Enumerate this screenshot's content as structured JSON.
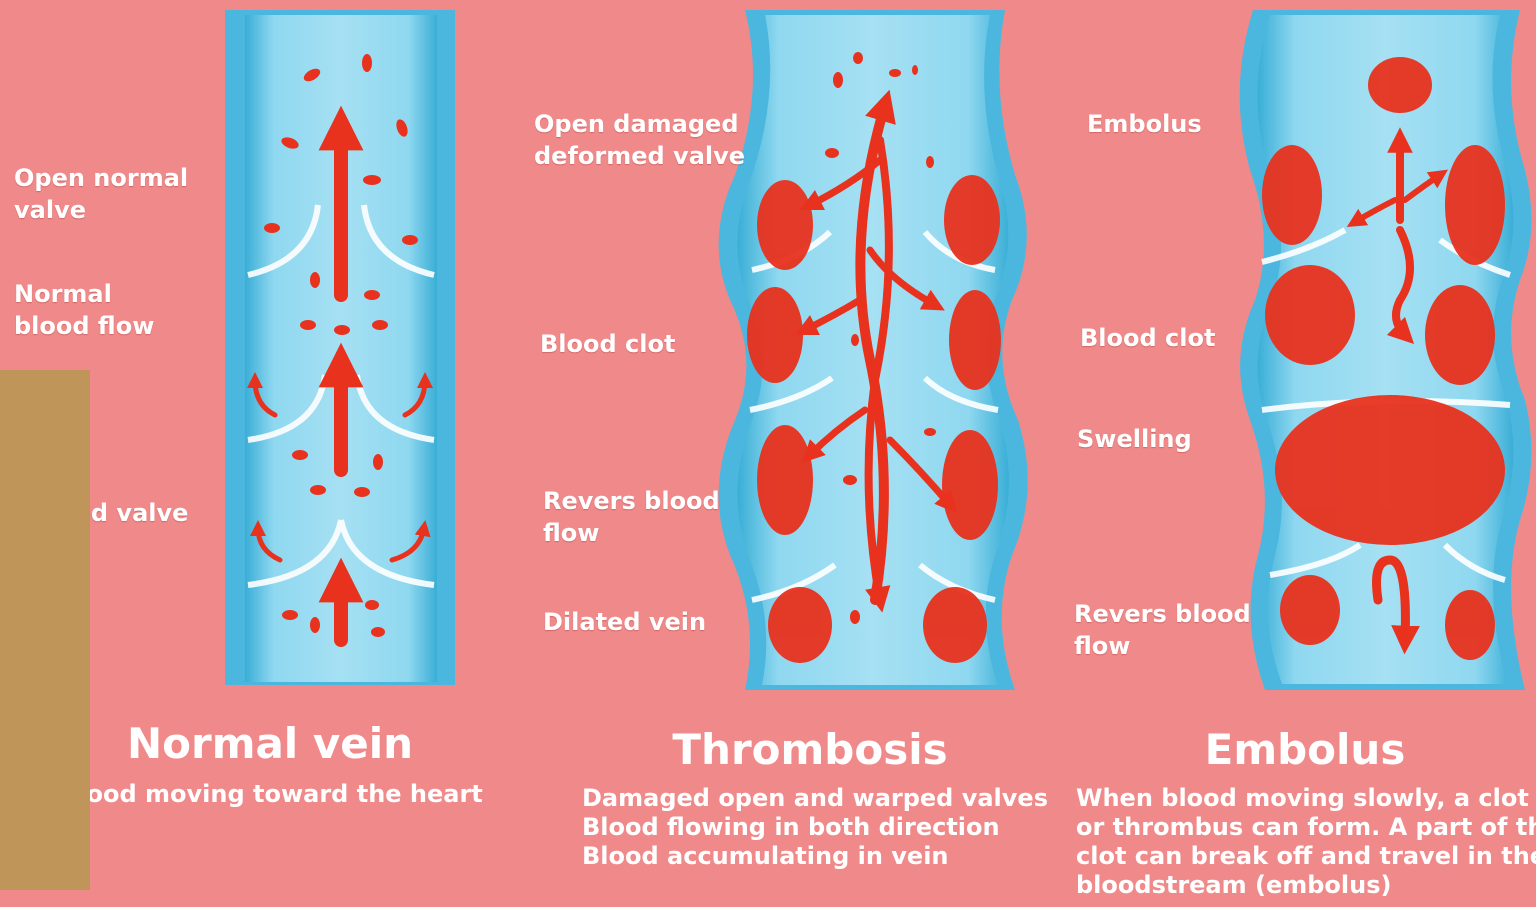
{
  "colors": {
    "background": "#f08a8a",
    "vein": "#58c3e6",
    "vein_inner": "#8fd8f0",
    "blood": "#e8321e",
    "text": "#ffffff",
    "overlay_patch": "#bf9559"
  },
  "panels": [
    {
      "id": "normal",
      "title": "Normal vein",
      "description": [
        "Blood moving toward the heart"
      ],
      "labels": [
        "Open normal\nvalve",
        "Normal\nblood flow",
        "Closed valve"
      ]
    },
    {
      "id": "thrombosis",
      "title": "Thrombosis",
      "description": [
        "Damaged open and warped valves",
        "Blood flowing in both direction",
        "Blood accumulating in vein"
      ],
      "labels": [
        "Open damaged\ndeformed valve",
        "Blood clot",
        "Revers blood\nflow",
        "Dilated vein"
      ]
    },
    {
      "id": "embolus",
      "title": "Embolus",
      "description": [
        "When blood moving slowly, a clot",
        "or thrombus can form. A part of the",
        "clot can break off and travel in the",
        "bloodstream (embolus)"
      ],
      "labels": [
        "Embolus",
        "Blood clot",
        "Swelling",
        "Revers blood\nflow"
      ]
    }
  ]
}
